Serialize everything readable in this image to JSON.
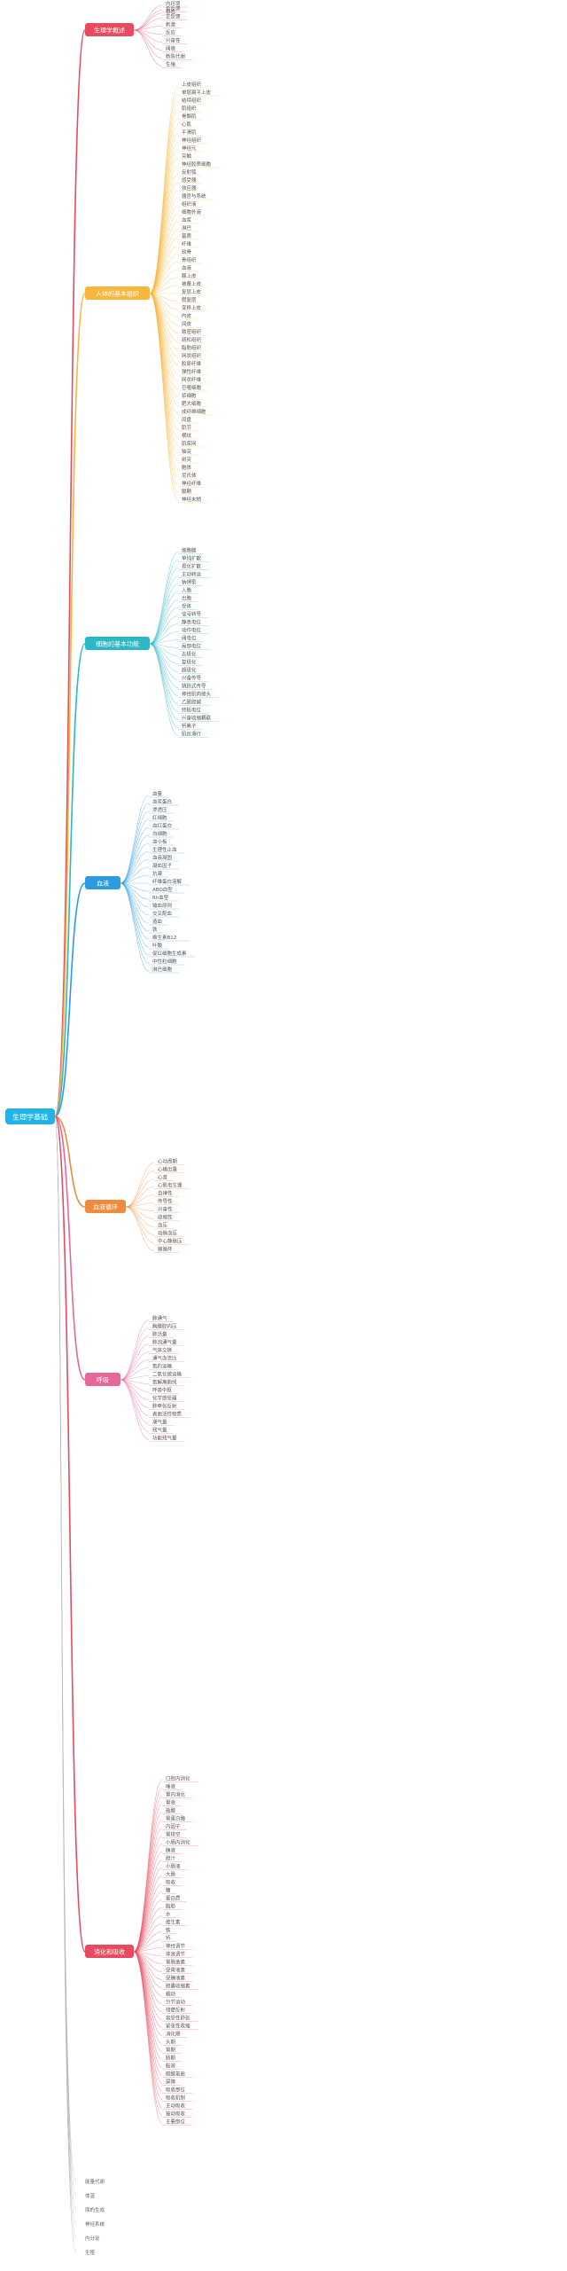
{
  "root": {
    "label": "生理学基础",
    "color": "#21b3e8"
  },
  "sections": [
    {
      "title": "生理学概述",
      "color": "#e84a5f",
      "items": [
        "内环境",
        "稳态",
        "负反馈",
        "正反馈",
        "刺激",
        "反应",
        "兴奋性",
        "阈值",
        "新陈代谢",
        "生殖"
      ]
    },
    {
      "title": "人体的基本组织",
      "color": "#f6b73c",
      "items": [
        "上皮组织",
        "单层扁平上皮",
        "结缔组织",
        "肌组织",
        "骨骼肌",
        "心肌",
        "平滑肌",
        "神经组织",
        "神经元",
        "突触",
        "神经胶质细胞",
        "反射弧",
        "感受器",
        "效应器",
        "器官与系统",
        "组织液",
        "细胞外液",
        "血浆",
        "淋巴",
        "基质",
        "纤维",
        "软骨",
        "骨组织",
        "血液",
        "腺上皮",
        "被覆上皮",
        "复层上皮",
        "假复层",
        "变移上皮",
        "内皮",
        "间皮",
        "致密组织",
        "疏松组织",
        "脂肪组织",
        "网状组织",
        "胶原纤维",
        "弹性纤维",
        "网状纤维",
        "巨噬细胞",
        "浆细胞",
        "肥大细胞",
        "成纤维细胞",
        "闰盘",
        "肌节",
        "横纹",
        "肌浆网",
        "轴突",
        "树突",
        "胞体",
        "尼氏体",
        "神经纤维",
        "髓鞘",
        "神经末梢"
      ]
    },
    {
      "title": "细胞的基本功能",
      "color": "#2bb7c4",
      "items": [
        "细胞膜",
        "单纯扩散",
        "易化扩散",
        "主动转运",
        "钠钾泵",
        "入胞",
        "出胞",
        "受体",
        "信号转导",
        "静息电位",
        "动作电位",
        "阈电位",
        "局部电位",
        "去极化",
        "复极化",
        "超极化",
        "兴奋传导",
        "跳跃式传导",
        "神经肌肉接头",
        "乙酰胆碱",
        "终板电位",
        "兴奋收缩耦联",
        "钙离子",
        "肌丝滑行"
      ]
    },
    {
      "title": "血液",
      "color": "#2d9be0",
      "items": [
        "血量",
        "血浆蛋白",
        "渗透压",
        "红细胞",
        "血红蛋白",
        "白细胞",
        "血小板",
        "生理性止血",
        "血液凝固",
        "凝血因子",
        "抗凝",
        "纤维蛋白溶解",
        "ABO血型",
        "Rh血型",
        "输血原则",
        "交叉配血",
        "造血",
        "铁",
        "维生素B12",
        "叶酸",
        "促红细胞生成素",
        "中性粒细胞",
        "淋巴细胞"
      ]
    },
    {
      "title": "血液循环",
      "color": "#f08a3c",
      "items": [
        "心动周期",
        "心输出量",
        "心音",
        "心肌电生理",
        "自律性",
        "传导性",
        "兴奋性",
        "收缩性",
        "血压",
        "动脉血压",
        "中心静脉压",
        "微循环"
      ]
    },
    {
      "title": "呼吸",
      "color": "#e6679a",
      "items": [
        "肺通气",
        "胸膜腔内压",
        "肺活量",
        "肺泡通气量",
        "气体交换",
        "通气血流比",
        "氧的运输",
        "二氧化碳运输",
        "氧解离曲线",
        "呼吸中枢",
        "化学感受器",
        "肺牵张反射",
        "表面活性物质",
        "潮气量",
        "残气量",
        "功能残气量"
      ]
    },
    {
      "title": "消化和吸收",
      "color": "#e84a5f",
      "items": [
        "口腔内消化",
        "唾液",
        "胃内消化",
        "胃液",
        "盐酸",
        "胃蛋白酶",
        "内因子",
        "胃排空",
        "小肠内消化",
        "胰液",
        "胆汁",
        "小肠液",
        "大肠",
        "吸收",
        "糖",
        "蛋白质",
        "脂肪",
        "水",
        "维生素",
        "铁",
        "钙",
        "神经调节",
        "体液调节",
        "胃肠激素",
        "促胃液素",
        "促胰液素",
        "胆囊收缩素",
        "蠕动",
        "分节运动",
        "排便反射",
        "容受性舒张",
        "紧张性收缩",
        "消化期",
        "头期",
        "胃期",
        "肠期",
        "黏液",
        "碳酸氢盐",
        "屏障",
        "吸收部位",
        "吸收机制",
        "主动吸收",
        "被动吸收",
        "主要部位"
      ]
    }
  ],
  "tail": {
    "items": [
      "能量代谢",
      "体温",
      "尿的生成",
      "神经系统",
      "内分泌",
      "生殖"
    ]
  }
}
